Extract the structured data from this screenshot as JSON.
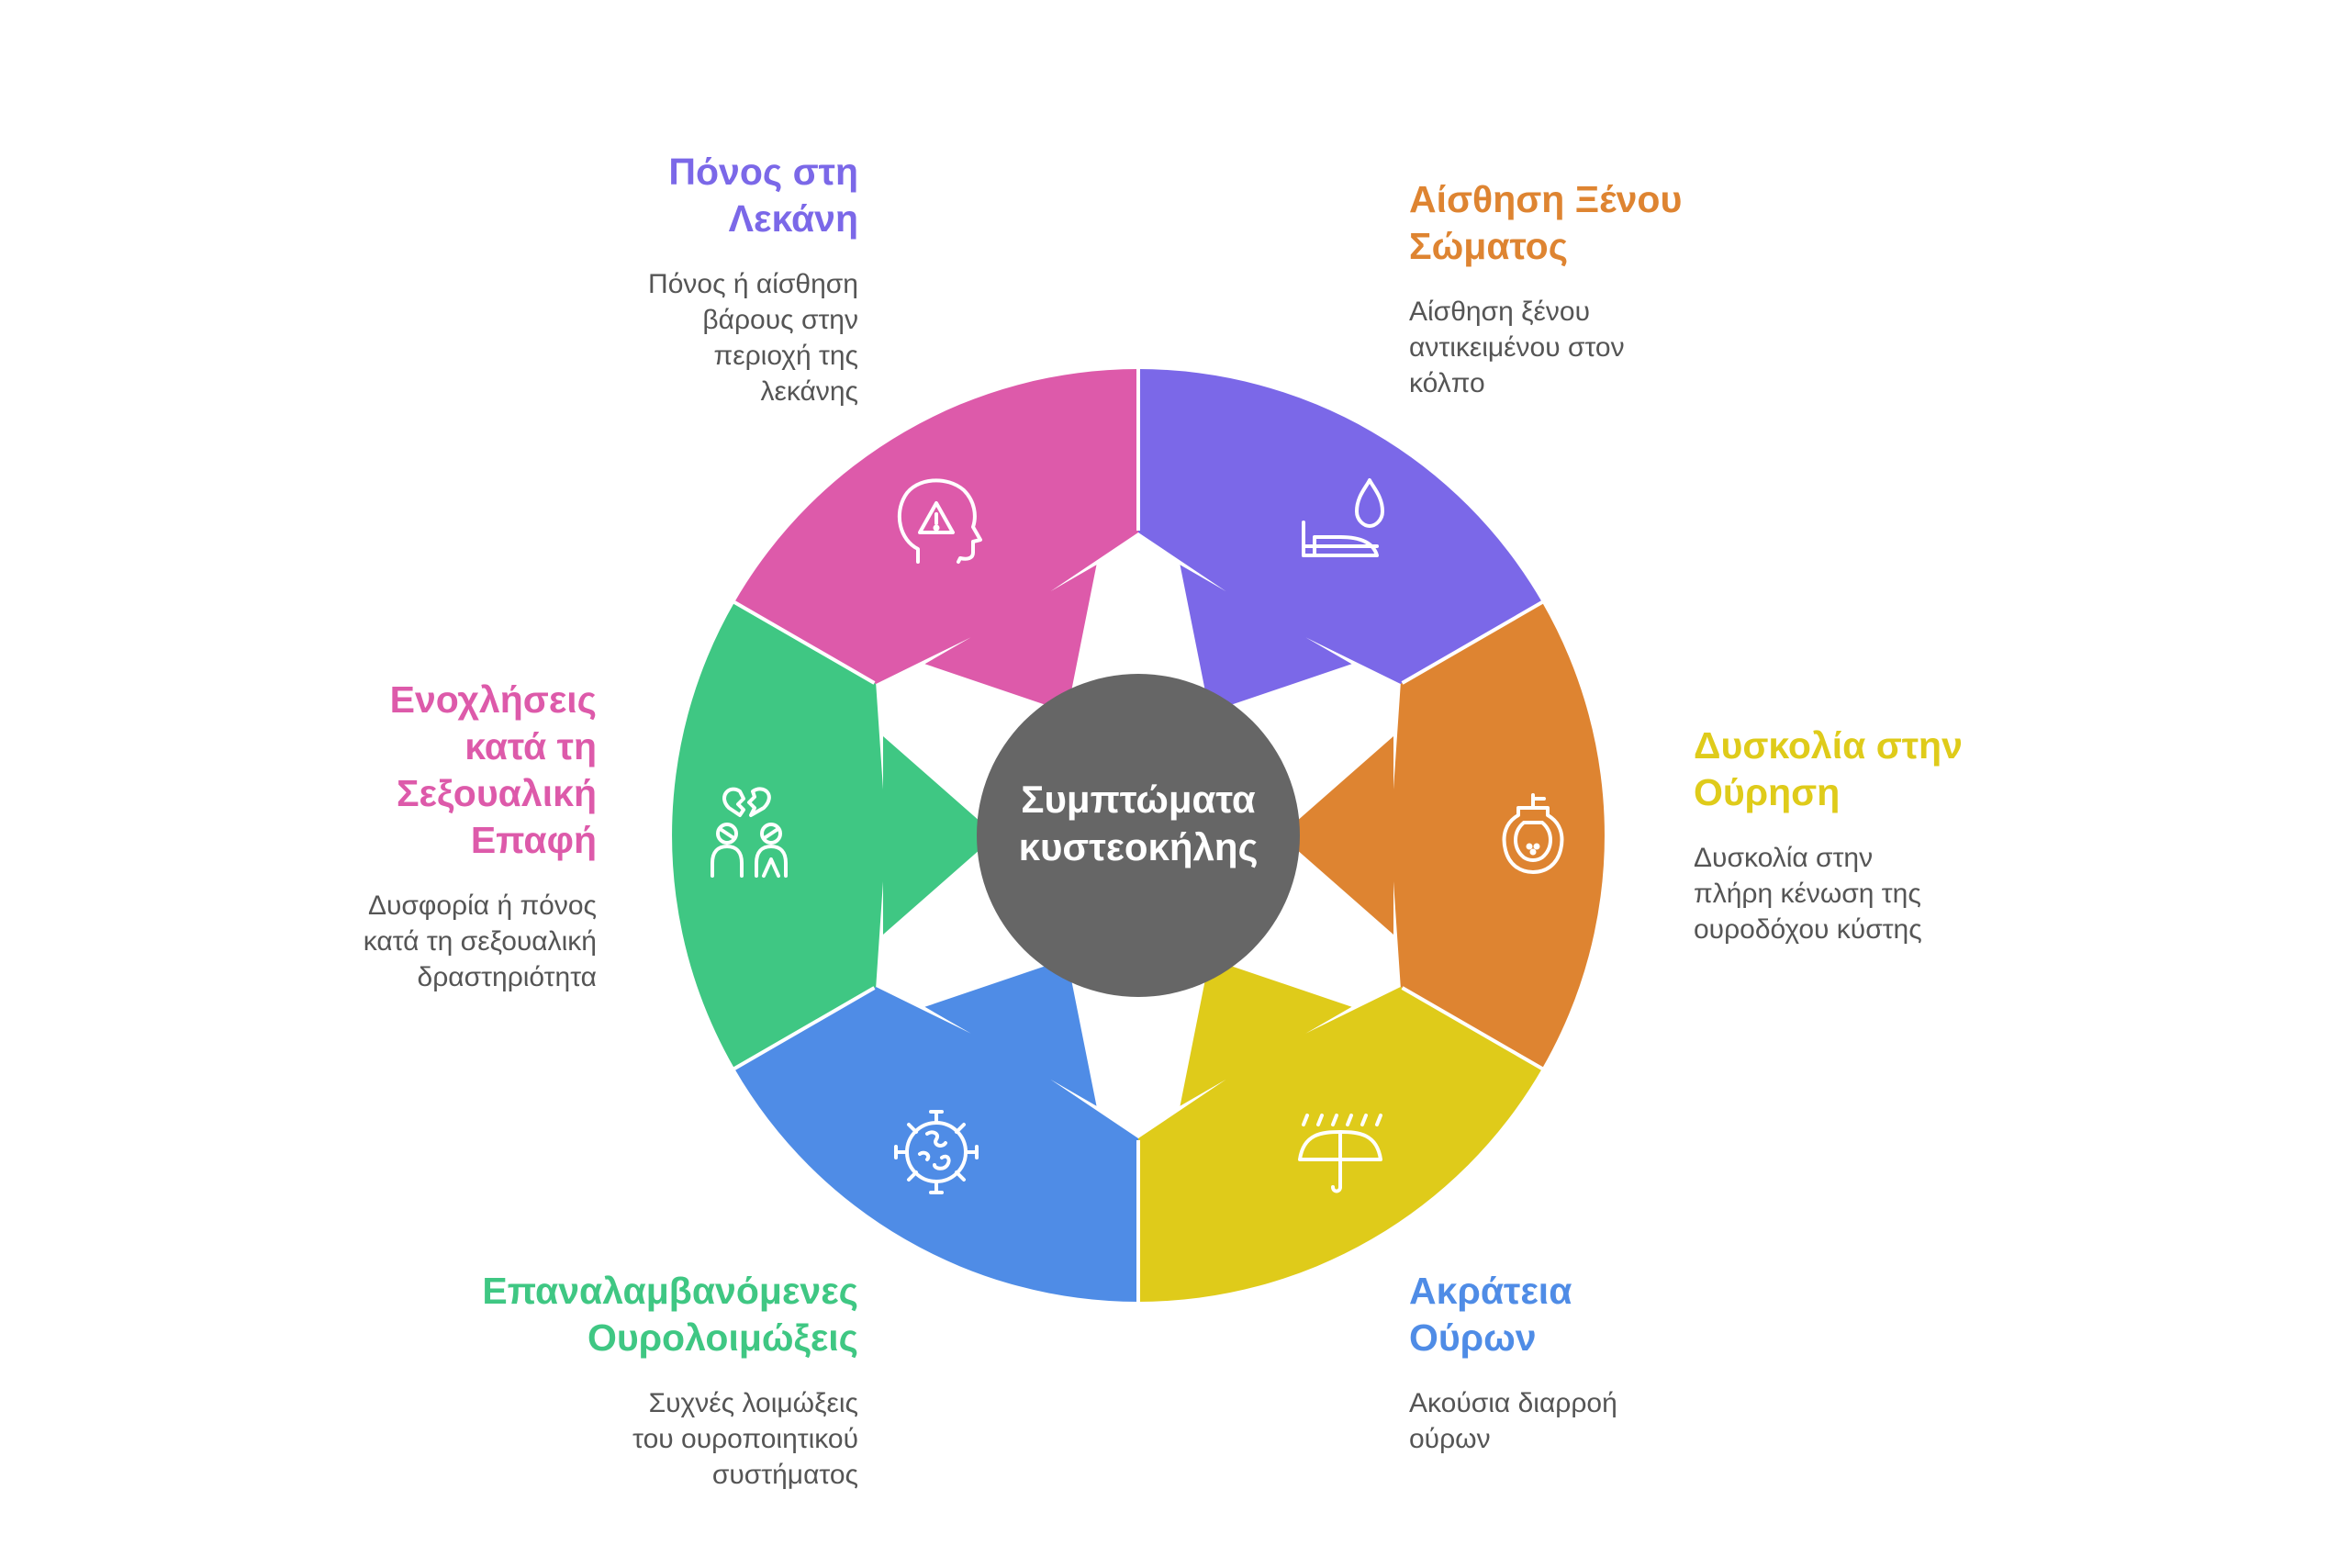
{
  "center": {
    "line1": "Συμπτώματα",
    "line2": "κυστεοκήλης"
  },
  "colors": {
    "purple": "#7B68E8",
    "orange": "#DE8431",
    "yellow": "#DFCB1A",
    "blue": "#4F8CE6",
    "green": "#3FC783",
    "pink": "#DD5AAA",
    "center": "#666666"
  },
  "segments": {
    "pelvic_pain": {
      "title": [
        "Πόνος στη",
        "Λεκάνη"
      ],
      "desc": [
        "Πόνος ή αίσθηση",
        "βάρους στην",
        "περιοχή της",
        "λεκάνης"
      ],
      "icon": "head-alert-icon"
    },
    "foreign_body": {
      "title": [
        "Αίσθηση Ξένου",
        "Σώματος"
      ],
      "desc": [
        "Αίσθηση ξένου",
        "αντικειμένου στον",
        "κόλπο"
      ],
      "icon": "iron-drop-icon"
    },
    "urination_difficulty": {
      "title": [
        "Δυσκολία στην",
        "Ούρηση"
      ],
      "desc": [
        "Δυσκολία στην",
        "πλήρη κένωση της",
        "ουροδόχου κύστης"
      ],
      "icon": "urinal-icon"
    },
    "incontinence": {
      "title": [
        "Ακράτεια",
        "Ούρων"
      ],
      "desc": [
        "Ακούσια διαρροή",
        "ούρων"
      ],
      "icon": "umbrella-rain-icon"
    },
    "uti": {
      "title": [
        "Επαναλαμβανόμενες",
        "Ουρολοιμώξεις"
      ],
      "desc": [
        "Συχνές λοιμώξεις",
        "του ουροποιητικού",
        "συστήματος"
      ],
      "icon": "virus-icon"
    },
    "sexual_discomfort": {
      "title": [
        "Ενοχλήσεις",
        "κατά τη",
        "Σεξουαλική",
        "Επαφή"
      ],
      "desc": [
        "Δυσφορία ή πόνος",
        "κατά τη σεξουαλική",
        "δραστηριότητα"
      ],
      "icon": "couple-broken-heart-icon"
    }
  }
}
